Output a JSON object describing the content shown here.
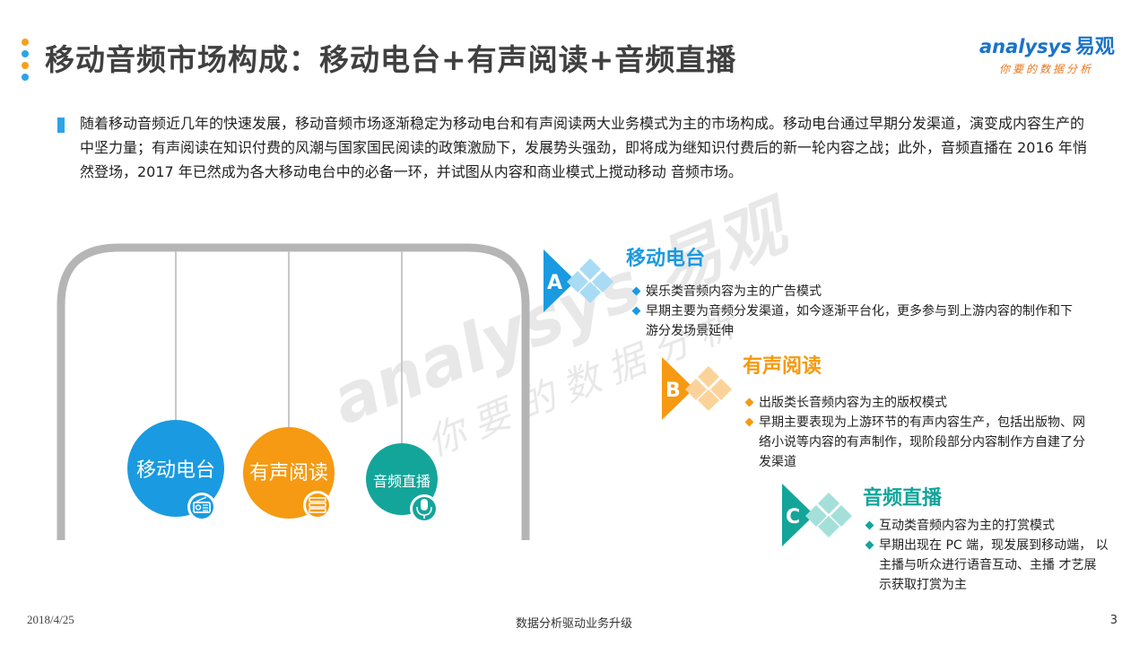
{
  "header": {
    "title": "移动音频市场构成：移动电台+有声阅读+音频直播",
    "dot_colors": [
      "#f5a21b",
      "#2ea3e6",
      "#f5a21b",
      "#2ea3e6"
    ]
  },
  "logo": {
    "brand": "analysys",
    "brand_cn": "易观",
    "slogan": "你要的数据分析"
  },
  "intro": {
    "text": "随着移动音频近几年的快速发展，移动音频市场逐渐稳定为移动电台和有声阅读两大业务模式为主的市场构成。移动电台通过早期分发渠道，演变成内容生产的中坚力量；有声阅读在知识付费的风潮与国家国民阅读的政策激励下，发展势头强劲，即将成为继知识付费后的新一轮内容之战；此外，音频直播在 2016 年悄然登场，2017 年已然成为各大移动电台中的必备一环，并试图从内容和商业模式上搅动移动 音频市场。",
    "bar_color": "#2ea3e6"
  },
  "watermark": {
    "main": "analysys 易观",
    "sub": "你要的数据分析"
  },
  "circles": [
    {
      "label": "移动电台",
      "color": "#1a9ae0",
      "icon": "radio-icon"
    },
    {
      "label": "有声阅读",
      "color": "#f59a12",
      "icon": "books-icon"
    },
    {
      "label": "音频直播",
      "color": "#14a59a",
      "icon": "microphone-icon"
    }
  ],
  "items": [
    {
      "letter": "A",
      "title": "移动电台",
      "color": "#1a9ae0",
      "light": "#a9dbf5",
      "bullets": [
        "娱乐类音频内容为主的广告模式",
        "早期主要为音频分发渠道，如今逐渐平台化，更多参与到上游内容的制作和下游分发场景延伸"
      ]
    },
    {
      "letter": "B",
      "title": "有声阅读",
      "color": "#f59a12",
      "light": "#fbd39a",
      "bullets": [
        "出版类长音频内容为主的版权模式",
        "早期主要表现为上游环节的有声内容生产，包括出版物、网络小说等内容的有声制作，现阶段部分内容制作方自建了分发渠道"
      ]
    },
    {
      "letter": "C",
      "title": "音频直播",
      "color": "#14a59a",
      "light": "#a4e0d9",
      "bullets": [
        "互动类音频内容为主的打赏模式",
        "早期出现在 PC 端，现发展到移动端， 以主播与听众进行语音互动、主播 才艺展示获取打赏为主"
      ]
    }
  ],
  "footer": {
    "date": "2018/4/25",
    "center": "数据分析驱动业务升级",
    "page": "3"
  }
}
